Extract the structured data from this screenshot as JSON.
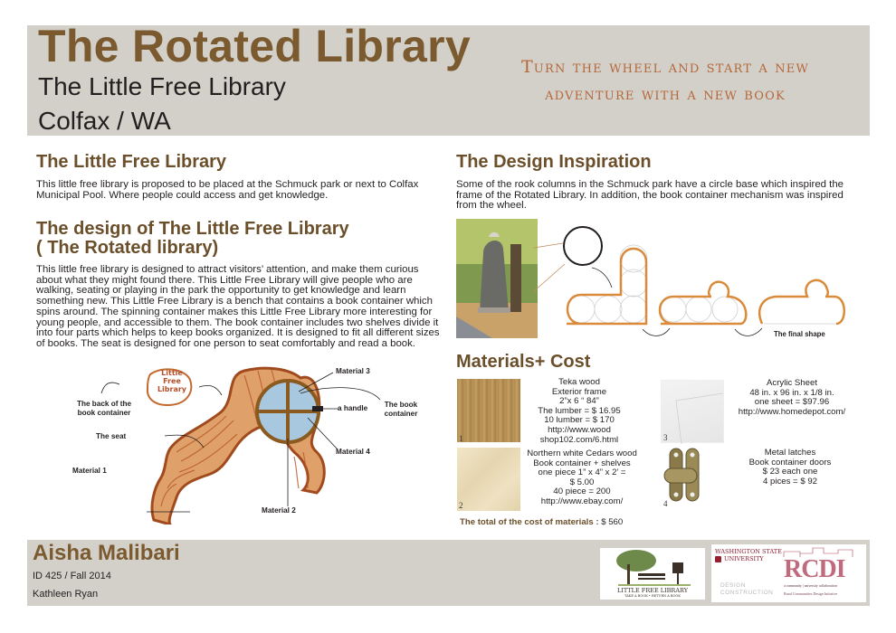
{
  "header": {
    "title": "The Rotated Library",
    "subtitle": "The Little Free Library",
    "location": "Colfax / WA",
    "tagline_line1": "Turn the wheel and start a new",
    "tagline_line2": "adventure with a new book"
  },
  "left": {
    "section1": {
      "heading": "The Little Free Library",
      "body": "This little free library is proposed to be placed at the Schmuck park or next to Colfax Municipal  Pool. Where people could access and get knowledge."
    },
    "section2": {
      "heading_line1": "The design of  The Little Free Library",
      "heading_line2": "( The Rotated library)",
      "body": "This little free library is designed to attract visitors’ attention, and make them curious about what they might found there. This Little Free Library will give people who are walking, seating or playing  in the park the opportunity to get knowledge and learn something new. This Little Free Library is a bench that contains a book container which spins around. The spinning container makes this Little Free Library more interesting for young people, and accessible to them. The book container includes two shelves divide it into four parts which helps to keep books organized. It is designed to fit all different sizes of books. The seat is designed for one person to seat comfortably and read a book."
    },
    "sketch": {
      "sign_line1": "Little",
      "sign_line2": "Free",
      "sign_line3": "Library",
      "labels": {
        "back_of_container_1": "The back of the",
        "back_of_container_2": "book container",
        "seat": "The seat",
        "material1": "Material 1",
        "material2": "Material 2",
        "material3": "Material 3",
        "material4": "Material 4",
        "handle": "a handle",
        "book_container_1": "The book",
        "book_container_2": "container"
      }
    }
  },
  "right": {
    "inspiration": {
      "heading": "The Design Inspiration",
      "body": "Some of the rook columns in the Schmuck park have a circle base which inspired the frame of  the Rotated Library. In addition, the book container mechanism was inspired from the wheel.",
      "final_shape_label": "The final shape"
    },
    "materials": {
      "heading": "Materials+ Cost",
      "items": [
        {
          "number": "1",
          "lines": [
            "Teka wood",
            "Exterior frame",
            "2”x 6 “ 84”",
            "The lumber = $ 16.95",
            "10 lumber = $ 170",
            "http://www.wood",
            "shop102.com/6.html"
          ]
        },
        {
          "number": "2",
          "lines": [
            "Northern white Cedars wood",
            "Book container + shelves",
            "one piece  1” x 4” x 2’ =",
            "$ 5.00",
            "40 piece = 200",
            "http://www.ebay.com/"
          ]
        },
        {
          "number": "3",
          "lines": [
            "Acrylic Sheet",
            "48 in. x 96 in. x 1/8 in.",
            "one sheet = $97.96",
            "http://www.homedepot.com/"
          ]
        },
        {
          "number": "4",
          "lines": [
            "Metal latches",
            "Book container doors",
            "$ 23 each one",
            "4 pices =  $ 92"
          ]
        }
      ],
      "total_label": "The total of the cost of materials :",
      "total_value": "$ 560"
    }
  },
  "footer": {
    "name": "Aisha Malibari",
    "course": "ID 425 / Fall 2014",
    "instructor": "Kathleen Ryan",
    "logos": {
      "lfl_name": "LITTLE FREE LIBRARY",
      "lfl_tagline": "TAKE A BOOK • RETURN A BOOK",
      "wsu_line1": "WASHINGTON STATE",
      "wsu_line2": "UNIVERSITY",
      "sdc_line1": "DESIGN",
      "sdc_line2": "CONSTRUCTION",
      "rcdi_name": "RCDI",
      "rcdi_tagline": "a community | university collaboration",
      "rcdi_full": "Rural Communities Design Initiative"
    }
  },
  "colors": {
    "band": "#d3cfc9",
    "title_brown": "#7a5a2e",
    "heading_brown": "#6b4f2a",
    "tagline_orange": "#b5683a",
    "frame_orange": "#d98a3a",
    "rcdi_red": "#b0485e"
  }
}
